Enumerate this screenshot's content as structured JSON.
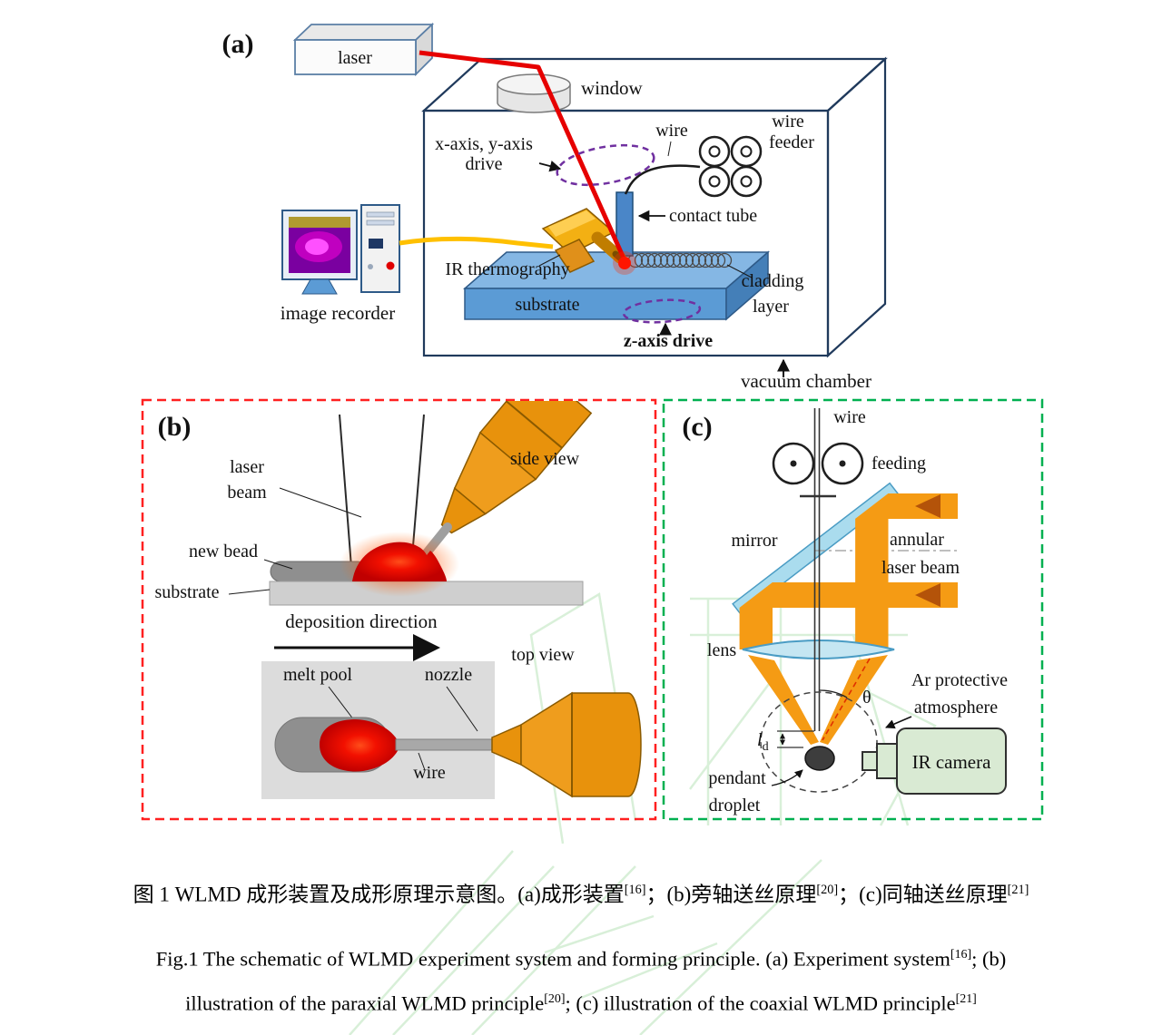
{
  "figure": {
    "panel_a": {
      "tag": "(a)",
      "laser_label": "laser",
      "window_label": "window",
      "xy_drive_1": "x-axis, y-axis",
      "xy_drive_2": "drive",
      "wire_label": "wire",
      "wire_feeder_1": "wire",
      "wire_feeder_2": "feeder",
      "contact_tube_label": "contact tube",
      "ir_thermography_label": "IR thermography",
      "substrate_label": "substrate",
      "cladding_1": "cladding",
      "cladding_2": "layer",
      "z_drive_label": "z-axis drive",
      "image_recorder_label": "image recorder",
      "vacuum_chamber_label": "vacuum chamber"
    },
    "panel_b": {
      "tag": "(b)",
      "laser_beam_1": "laser",
      "laser_beam_2": "beam",
      "new_bead_label": "new bead",
      "substrate_label": "substrate",
      "side_view_label": "side view",
      "deposition_direction_label": "deposition direction",
      "melt_pool_label": "melt pool",
      "nozzle_label": "nozzle",
      "top_view_label": "top view",
      "wire_label": "wire"
    },
    "panel_c": {
      "tag": "(c)",
      "wire_label": "wire",
      "feeding_label": "feeding",
      "mirror_label": "mirror",
      "annular_1": "annular",
      "annular_2": "laser beam",
      "lens_label": "lens",
      "theta": "θ",
      "ld_symbol": "l",
      "ld_sub": "d",
      "ar_1": "Ar protective",
      "ar_2": "atmosphere",
      "pendant_1": "pendant",
      "pendant_2": "droplet",
      "ir_camera_label": "IR camera"
    }
  },
  "caption": {
    "zh_1": "图  1 WLMD 成形装置及成形原理示意图。(a)成形装置",
    "zh_sup_1": "[16]",
    "zh_2": "；(b)旁轴送丝原理",
    "zh_sup_2": "[20]",
    "zh_3": "；(c)同轴送丝原理",
    "zh_sup_3": "[21]",
    "en1_1": "Fig.1 The schematic of WLMD experiment system and forming principle. (a) Experiment system",
    "en1_sup_1": "[16]",
    "en1_2": "; (b)",
    "en2_1": "illustration of the paraxial WLMD principle",
    "en2_sup_1": "[20]",
    "en2_2": "; (c) illustration of the coaxial WLMD principle",
    "en2_sup_2": "[21]"
  },
  "colors": {
    "panel_b_border": "#ff2020",
    "panel_c_border": "#00b050",
    "laser_beam_red": "#e60000",
    "nozzle_orange": "#e8920c",
    "annular_beam_orange": "#f59b14",
    "substrate_blue": "#5b9bd5",
    "contact_tube_blue": "#4a86c8",
    "mirror_blue": "#aadcee",
    "lens_blue": "#c5e6f2",
    "ir_camera_green": "#d9ead3",
    "cable_yellow": "#ffc000",
    "drive_ellipse_purple": "#7030a0",
    "melt_red": "#ff1a00",
    "watermark_green": "#cfeccf"
  }
}
